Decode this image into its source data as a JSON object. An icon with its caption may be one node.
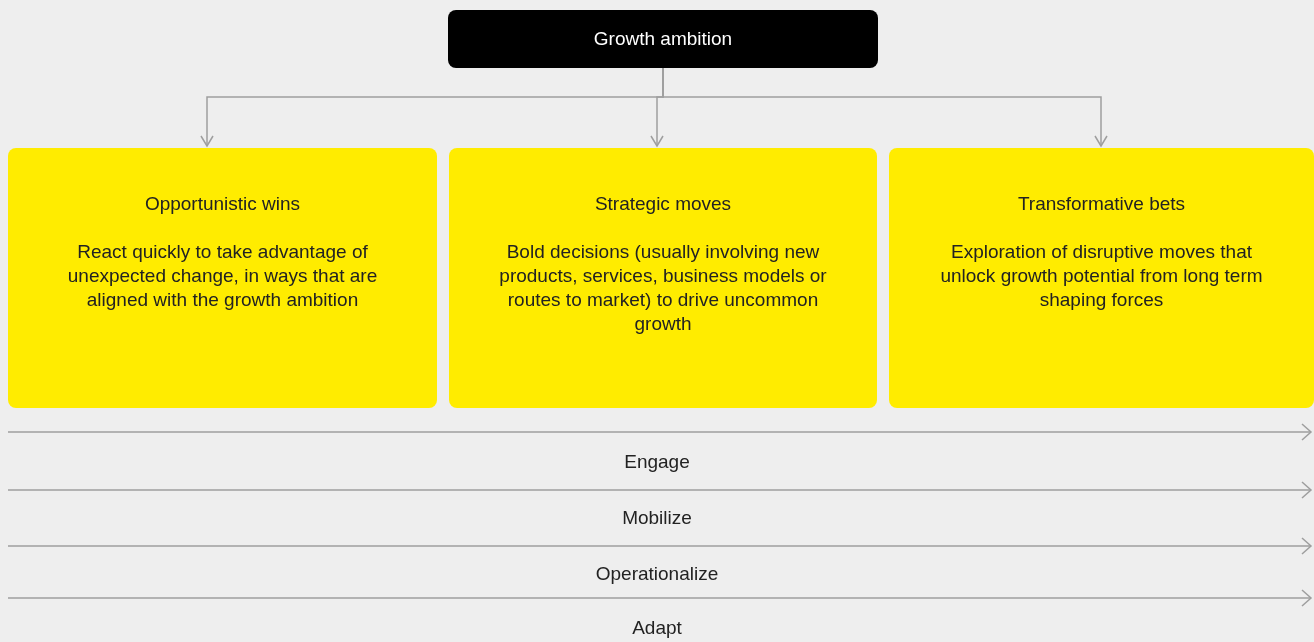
{
  "diagram": {
    "nodes": [
      {
        "text": [
          "Growth ambition"
        ]
      },
      {
        "text": [
          "Opportunistic wins",
          "React quickly to take advantage of unexpected change, in ways that are aligned with the growth ambition"
        ]
      },
      {
        "text": [
          "Strategic moves",
          "Bold decisions (usually involving new products, services, business models or routes to market) to drive uncommon growth"
        ]
      },
      {
        "text": [
          "Transformative bets",
          "Exploration of disruptive moves that unlock growth potential from long term shaping forces"
        ]
      }
    ],
    "edges": [
      {
        "from": 0,
        "to": 1,
        "arrow": "to"
      },
      {
        "from": 0,
        "to": 2,
        "arrow": "to"
      },
      {
        "from": 0,
        "to": 3,
        "arrow": "to"
      }
    ],
    "labels": [
      "Engage",
      "Mobilize",
      "Operationalize",
      "Adapt"
    ]
  }
}
